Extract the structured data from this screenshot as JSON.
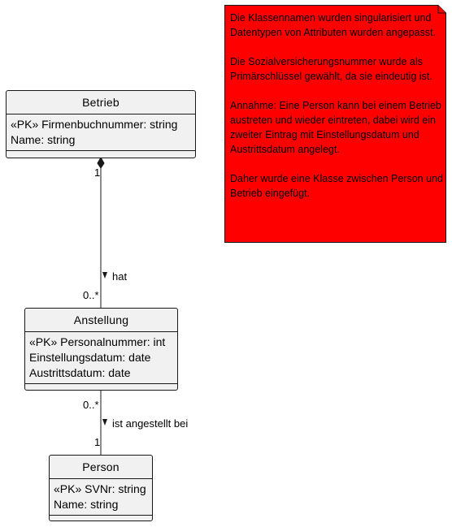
{
  "colors": {
    "class_fill": "#F1F1F1",
    "border": "#181818",
    "note_fill": "#FF0000"
  },
  "classes": {
    "betrieb": {
      "name": "Betrieb",
      "attributes": [
        "«PK» Firmenbuchnummer: string",
        "Name: string"
      ]
    },
    "anstellung": {
      "name": "Anstellung",
      "attributes": [
        "«PK» Personalnummer: int",
        "Einstellungsdatum: date",
        "Austrittsdatum: date"
      ]
    },
    "person": {
      "name": "Person",
      "attributes": [
        "«PK» SVNr: string",
        "Name: string"
      ]
    }
  },
  "relations": {
    "betrieb_anstellung": {
      "type": "composition",
      "from_multiplicity": "1",
      "to_multiplicity": "0..*",
      "label": "hat",
      "direction_marker": "▼"
    },
    "anstellung_person": {
      "type": "association",
      "from_multiplicity": "0..*",
      "to_multiplicity": "1",
      "label": "ist angestellt bei",
      "direction_marker": "▼"
    }
  },
  "note": {
    "paragraphs": [
      "Die Klassennamen wurden singularisiert und Datentypen von Attributen wurden angepasst.",
      "Die Sozialversicherungsnummer wurde als Primärschlüssel gewählt, da sie eindeutig ist.",
      "Annahme: Eine Person kann bei einem Betrieb austreten und wieder eintreten, dabei wird ein zweiter Eintrag mit Einstellungsdatum und Austrittsdatum angelegt.",
      "Daher wurde eine Klasse zwischen Person und Betrieb eingefügt."
    ]
  }
}
